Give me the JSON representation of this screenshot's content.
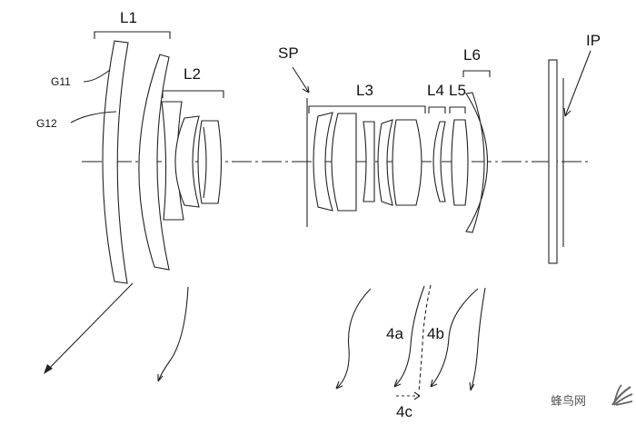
{
  "labels": {
    "L1": "L1",
    "L2": "L2",
    "L3": "L3",
    "L4": "L4",
    "L5": "L5",
    "L6": "L6",
    "SP": "SP",
    "IP": "IP",
    "G11": "G11",
    "G12": "G12",
    "m4a": "4a",
    "m4b": "4b",
    "m4c": "4c"
  },
  "watermark": {
    "text": "蜂鸟网",
    "logo_icon": "hummingbird-feather-icon"
  },
  "colors": {
    "line": "#222222",
    "background": "#ffffff"
  }
}
